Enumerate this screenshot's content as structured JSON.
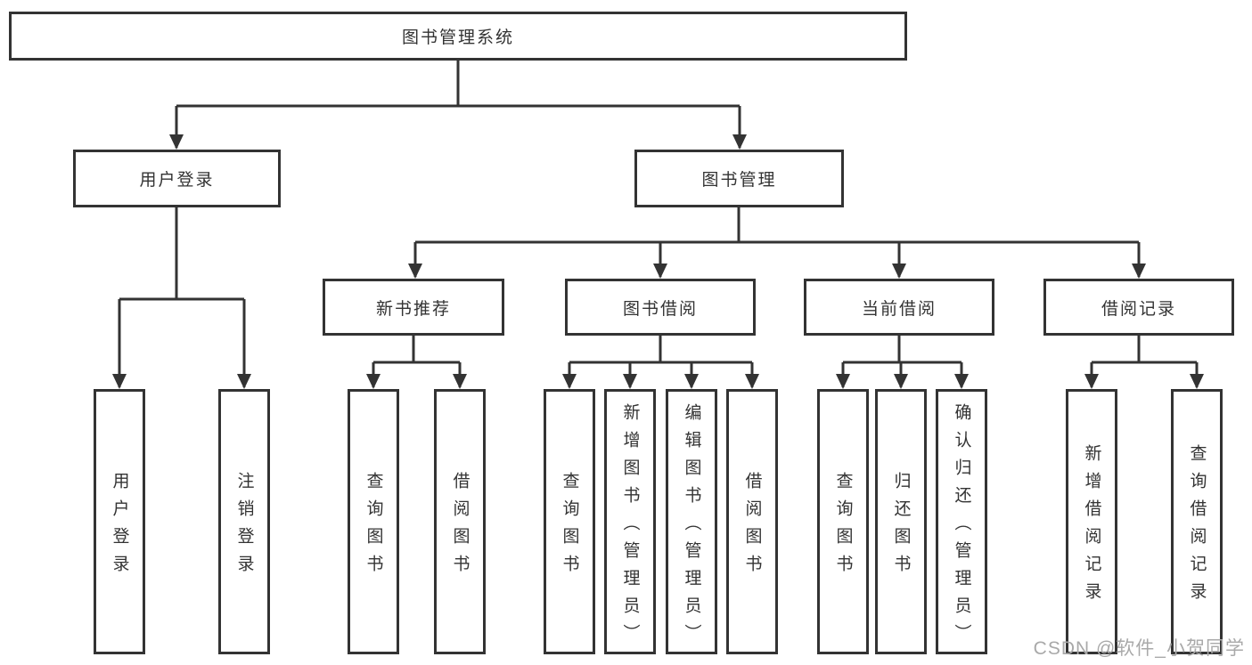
{
  "diagram": {
    "title": "图书管理系统",
    "tree": {
      "root": {
        "label": "图书管理系统",
        "children": [
          {
            "label": "用户登录",
            "children": [
              {
                "label": "用户登录"
              },
              {
                "label": "注销登录"
              }
            ]
          },
          {
            "label": "图书管理",
            "children": [
              {
                "label": "新书推荐",
                "children": [
                  {
                    "label": "查询图书"
                  },
                  {
                    "label": "借阅图书"
                  }
                ]
              },
              {
                "label": "图书借阅",
                "children": [
                  {
                    "label": "查询图书"
                  },
                  {
                    "label": "新增图书（管理员）"
                  },
                  {
                    "label": "编辑图书（管理员）"
                  },
                  {
                    "label": "借阅图书"
                  }
                ]
              },
              {
                "label": "当前借阅",
                "children": [
                  {
                    "label": "查询图书"
                  },
                  {
                    "label": "归还图书"
                  },
                  {
                    "label": "确认归还（管理员）"
                  }
                ]
              },
              {
                "label": "借阅记录",
                "children": [
                  {
                    "label": "新增借阅记录"
                  },
                  {
                    "label": "查询借阅记录"
                  }
                ]
              }
            ]
          }
        ]
      }
    },
    "colors": {
      "line": "#333333",
      "text": "#333333",
      "box_background": "#ffffff",
      "watermark": "#a9a9a9"
    }
  },
  "watermark": "CSDN @软件_小贺同学"
}
